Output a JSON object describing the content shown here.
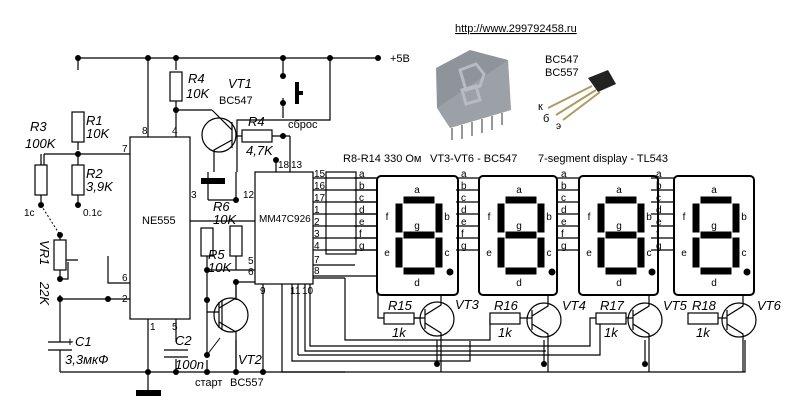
{
  "url": "http://www.299792458.ru",
  "supply_label": "+5В",
  "notes": {
    "resistors": "R8-R14 330 Ом",
    "transistors": "VT3-VT6 - BC547",
    "display": "7-segment display - TL543"
  },
  "transistor_photo": {
    "type1": "BC547",
    "type2": "BC557",
    "pin_k": "к",
    "pin_b": "б",
    "pin_e": "э"
  },
  "components": {
    "ne555": "NE555",
    "counter": "MM47C926",
    "r1": {
      "name": "R1",
      "value": "10K"
    },
    "r2": {
      "name": "R2",
      "value": "3,9K"
    },
    "r3": {
      "name": "R3",
      "value": "100K"
    },
    "r4a": {
      "name": "R4",
      "value": "10K"
    },
    "r4b": {
      "name": "R4",
      "value": "4,7K"
    },
    "r5": {
      "name": "R5",
      "value": "10K"
    },
    "r6": {
      "name": "R6",
      "value": "10K"
    },
    "vr1": {
      "name": "VR1",
      "value": "22K"
    },
    "c1": {
      "name": "C1",
      "value": "3,3мкФ",
      "plus": "+"
    },
    "c2": {
      "name": "C2",
      "value": "100n"
    },
    "vt1": {
      "name": "VT1",
      "type": "BC547"
    },
    "vt2": {
      "name": "VT2",
      "type": "BC557"
    },
    "reset_label": "сброс",
    "start_label": "старт",
    "range_1s": "1с",
    "range_01s": "0.1с"
  },
  "pins_555": {
    "p8": "8",
    "p4": "4",
    "p7": "7",
    "p3": "3",
    "p6": "6",
    "p2": "2",
    "p1": "1",
    "p5": "5"
  },
  "pins_counter": {
    "p18": "18",
    "p13": "13",
    "p12": "12",
    "p5": "5",
    "p6": "6",
    "p9": "9",
    "p11": "11",
    "p10": "10",
    "p8": "8",
    "p7": "7"
  },
  "counter_seg_pins": [
    "15",
    "16",
    "17",
    "1",
    "2",
    "3",
    "4"
  ],
  "segment_letters": [
    "a",
    "b",
    "c",
    "d",
    "e",
    "f",
    "g"
  ],
  "digit_drivers": [
    {
      "resistor": "R15",
      "value": "1k",
      "transistor": "VT3"
    },
    {
      "resistor": "R16",
      "value": "1k",
      "transistor": "VT4"
    },
    {
      "resistor": "R17",
      "value": "1k",
      "transistor": "VT5"
    },
    {
      "resistor": "R18",
      "value": "1k",
      "transistor": "VT6"
    }
  ]
}
